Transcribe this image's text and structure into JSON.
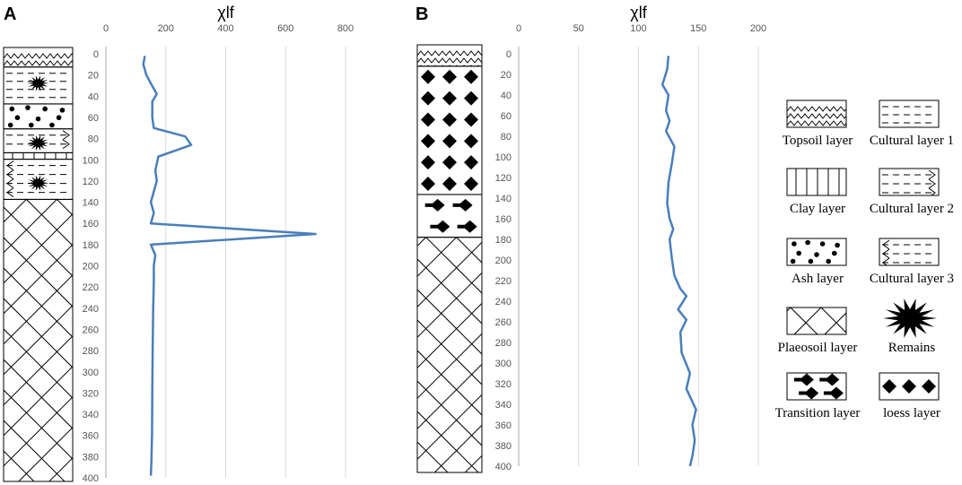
{
  "chart_data": [
    {
      "type": "line",
      "panel_label": "A",
      "xlabel": "χlf",
      "ylabel": "",
      "xlim": [
        0,
        800
      ],
      "ylim": [
        0,
        400
      ],
      "x_ticks": [
        0,
        200,
        400,
        600,
        800
      ],
      "y_ticks": [
        0,
        20,
        40,
        60,
        80,
        100,
        120,
        140,
        160,
        180,
        200,
        220,
        240,
        260,
        280,
        300,
        320,
        340,
        360,
        380,
        400
      ],
      "y_inverted": true,
      "line_color": "#4a7ebb",
      "series": [
        {
          "points": [
            [
              130,
              2
            ],
            [
              125,
              10
            ],
            [
              135,
              20
            ],
            [
              150,
              28
            ],
            [
              170,
              38
            ],
            [
              155,
              45
            ],
            [
              155,
              60
            ],
            [
              160,
              70
            ],
            [
              265,
              78
            ],
            [
              285,
              86
            ],
            [
              175,
              97
            ],
            [
              165,
              110
            ],
            [
              170,
              120
            ],
            [
              160,
              130
            ],
            [
              150,
              140
            ],
            [
              160,
              150
            ],
            [
              150,
              160
            ],
            [
              700,
              170
            ],
            [
              150,
              180
            ],
            [
              165,
              190
            ],
            [
              160,
              200
            ],
            [
              160,
              215
            ],
            [
              158,
              240
            ],
            [
              156,
              280
            ],
            [
              155,
              320
            ],
            [
              154,
              360
            ],
            [
              152,
              385
            ],
            [
              150,
              398
            ]
          ]
        }
      ],
      "strata": [
        {
          "from": 0,
          "to": 18,
          "pattern": "topsoil"
        },
        {
          "from": 18,
          "to": 52,
          "pattern": "cultural1"
        },
        {
          "from": 52,
          "to": 75,
          "pattern": "ash"
        },
        {
          "from": 75,
          "to": 97,
          "pattern": "cultural2"
        },
        {
          "from": 97,
          "to": 103,
          "pattern": "clay"
        },
        {
          "from": 103,
          "to": 140,
          "pattern": "cultural3"
        },
        {
          "from": 140,
          "to": 400,
          "pattern": "plaeosoil"
        }
      ],
      "remains_at": [
        33,
        88,
        125
      ]
    },
    {
      "type": "line",
      "panel_label": "B",
      "xlabel": "χlf",
      "ylabel": "",
      "xlim": [
        0,
        200
      ],
      "ylim": [
        0,
        400
      ],
      "x_ticks": [
        0,
        50,
        100,
        150,
        200
      ],
      "y_ticks": [
        0,
        20,
        40,
        60,
        80,
        100,
        120,
        140,
        160,
        180,
        200,
        220,
        240,
        260,
        280,
        300,
        320,
        340,
        360,
        380,
        400
      ],
      "y_inverted": true,
      "line_color": "#4a7ebb",
      "series": [
        {
          "points": [
            [
              125,
              2
            ],
            [
              124,
              15
            ],
            [
              120,
              30
            ],
            [
              125,
              40
            ],
            [
              123,
              55
            ],
            [
              126,
              65
            ],
            [
              123,
              75
            ],
            [
              130,
              90
            ],
            [
              128,
              105
            ],
            [
              125,
              125
            ],
            [
              124,
              145
            ],
            [
              126,
              160
            ],
            [
              129,
              170
            ],
            [
              126,
              180
            ],
            [
              128,
              200
            ],
            [
              130,
              215
            ],
            [
              135,
              228
            ],
            [
              140,
              235
            ],
            [
              133,
              248
            ],
            [
              140,
              258
            ],
            [
              135,
              270
            ],
            [
              136,
              290
            ],
            [
              143,
              310
            ],
            [
              140,
              325
            ],
            [
              144,
              335
            ],
            [
              148,
              345
            ],
            [
              145,
              360
            ],
            [
              147,
              375
            ],
            [
              145,
              390
            ],
            [
              143,
              400
            ]
          ]
        }
      ],
      "strata": [
        {
          "from": 0,
          "to": 20,
          "pattern": "topsoil"
        },
        {
          "from": 20,
          "to": 140,
          "pattern": "loess"
        },
        {
          "from": 140,
          "to": 180,
          "pattern": "transition"
        },
        {
          "from": 180,
          "to": 400,
          "pattern": "plaeosoil"
        }
      ]
    }
  ],
  "legend": [
    {
      "label": "Topsoil layer",
      "pattern": "topsoil"
    },
    {
      "label": "Cultural layer 1",
      "pattern": "cultural1"
    },
    {
      "label": "Clay layer",
      "pattern": "clay"
    },
    {
      "label": "Cultural layer 2",
      "pattern": "cultural2"
    },
    {
      "label": "Ash layer",
      "pattern": "ash"
    },
    {
      "label": "Cultural layer 3",
      "pattern": "cultural3"
    },
    {
      "label": "Plaeosoil layer",
      "pattern": "plaeosoil"
    },
    {
      "label": "Remains",
      "pattern": "remains"
    },
    {
      "label": "Transition layer",
      "pattern": "transition"
    },
    {
      "label": "loess layer",
      "pattern": "loess"
    }
  ]
}
